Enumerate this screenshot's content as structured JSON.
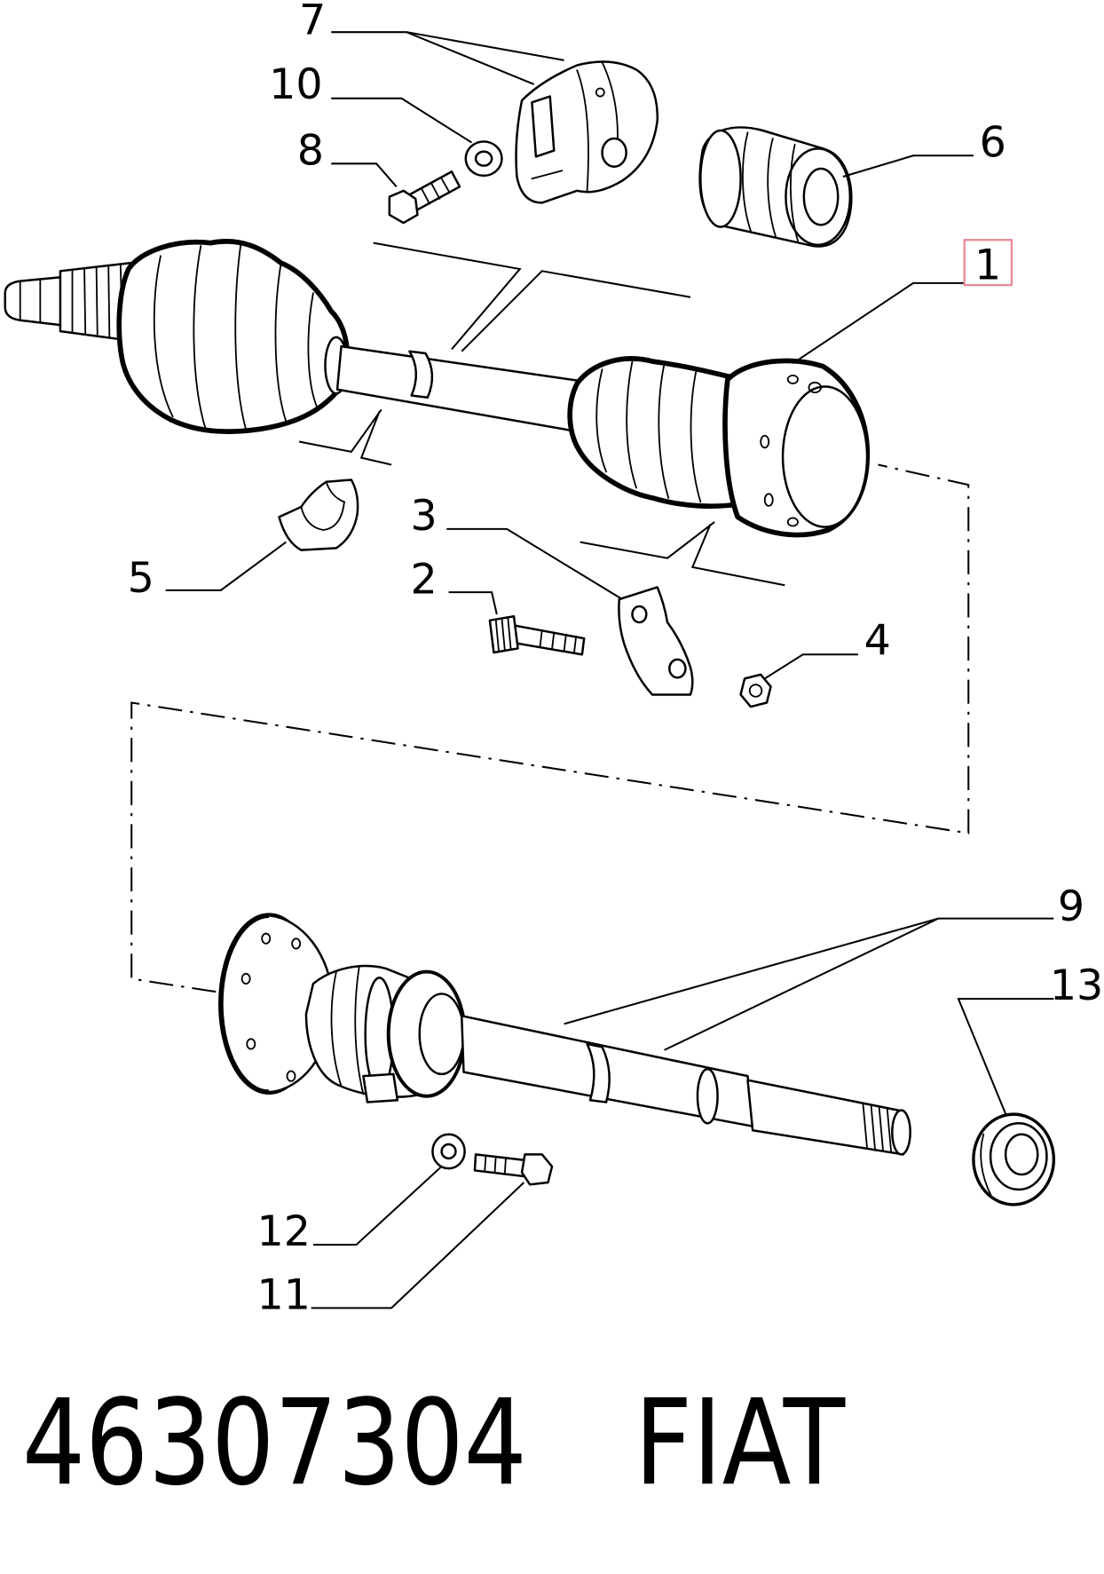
{
  "callouts": {
    "p1": "1",
    "p2": "2",
    "p3": "3",
    "p4": "4",
    "p5": "5",
    "p6": "6",
    "p7": "7",
    "p8": "8",
    "p9": "9",
    "p10": "10",
    "p11": "11",
    "p12": "12",
    "p13": "13"
  },
  "footer": {
    "part_number": "46307304",
    "brand": "FIAT"
  },
  "colors": {
    "ink": "#000000",
    "highlight_box": "#e68a94",
    "background": "#ffffff"
  }
}
